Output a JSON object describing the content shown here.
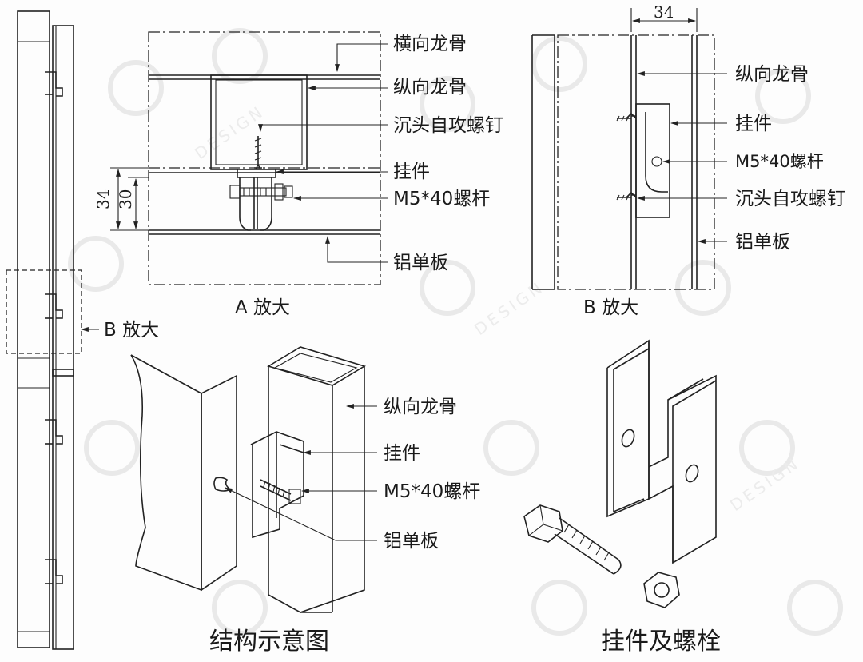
{
  "watermark": {
    "text": "DESIGN"
  },
  "detail_a": {
    "caption": "A 放大",
    "labels": {
      "transverse_keel": "横向龙骨",
      "longitudinal_keel": "纵向龙骨",
      "screw": "沉头自攻螺钉",
      "hanger": "挂件",
      "bolt": "M5*40螺杆",
      "panel": "铝单板"
    },
    "dimensions": {
      "outer": "34",
      "inner": "30"
    }
  },
  "detail_b": {
    "caption": "B 放大",
    "dimension": "34",
    "labels": {
      "longitudinal_keel": "纵向龙骨",
      "hanger": "挂件",
      "bolt": "M5*40螺杆",
      "screw": "沉头自攻螺钉",
      "panel": "铝单板"
    }
  },
  "elevation": {
    "callout": "B 放大"
  },
  "structure": {
    "caption": "结构示意图",
    "labels": {
      "longitudinal_keel": "纵向龙骨",
      "hanger": "挂件",
      "bolt": "M5*40螺杆",
      "panel": "铝单板"
    }
  },
  "parts": {
    "caption": "挂件及螺栓"
  }
}
